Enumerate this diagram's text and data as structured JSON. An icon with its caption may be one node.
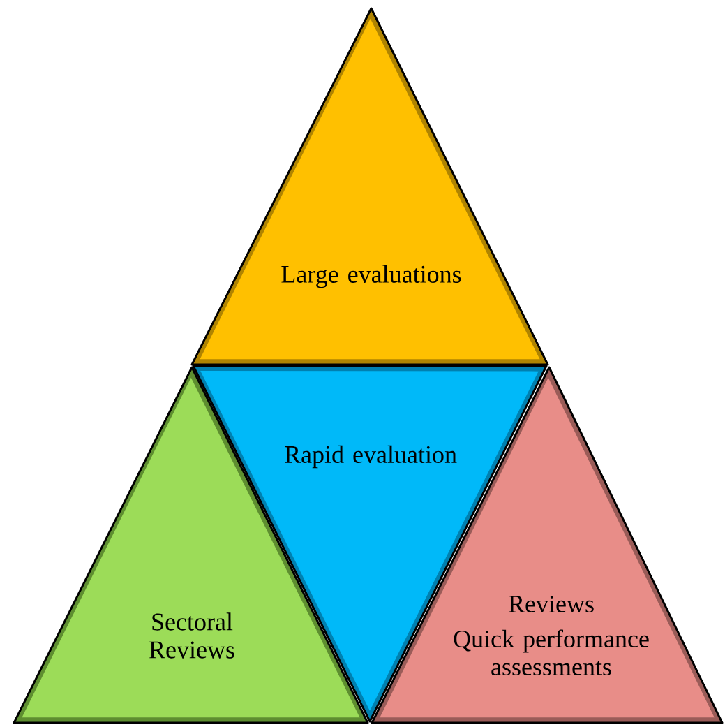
{
  "diagram": {
    "nodes": [
      {
        "text": [
          "Large evaluations"
        ]
      },
      {
        "text": [
          "Rapid evaluation"
        ]
      },
      {
        "text": [
          "Sectoral Reviews"
        ]
      },
      {
        "text": [
          "Reviews",
          "Quick performance assessments"
        ]
      }
    ]
  }
}
